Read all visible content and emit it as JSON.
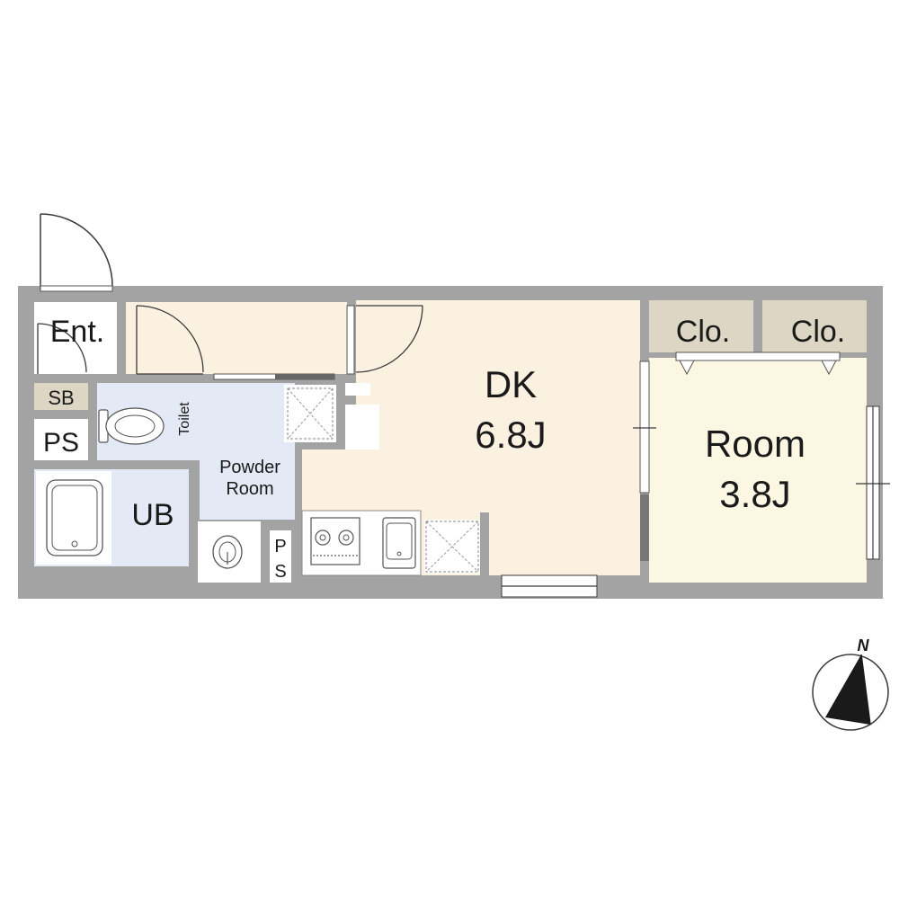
{
  "rooms": {
    "entrance": "Ent.",
    "shoe_box": "SB",
    "pipe_space_left": "PS",
    "toilet": "Toilet",
    "powder_room_line1": "Powder",
    "powder_room_line2": "Room",
    "unit_bath": "UB",
    "pipe_space_mid_p": "P",
    "pipe_space_mid_s": "S",
    "dk_name": "DK",
    "dk_size": "6.8J",
    "room_name": "Room",
    "room_size": "3.8J",
    "closet_left": "Clo.",
    "closet_right": "Clo."
  },
  "compass": {
    "north": "N"
  },
  "colors": {
    "wall": "#a3a3a3",
    "dk_floor": "#fbf1e1",
    "room_floor": "#fbf7e2",
    "wet_area": "#e3eaf6",
    "closet": "#ddd6c4",
    "shoe_box": "#ddd6c4"
  }
}
